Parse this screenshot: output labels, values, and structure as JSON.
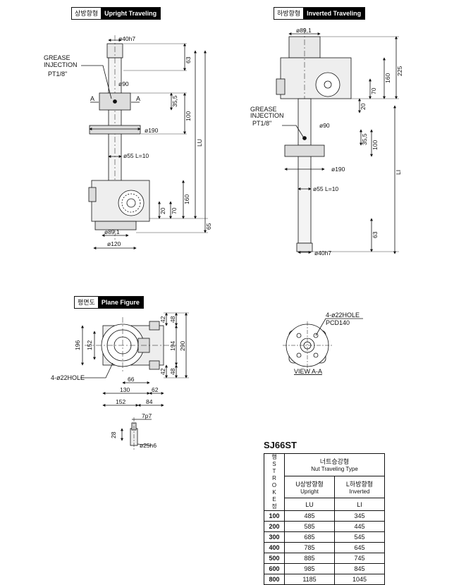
{
  "upright": {
    "label_ko": "상방향형",
    "label_en": "Upright Traveling"
  },
  "inverted": {
    "label_ko": "하방향형",
    "label_en": "Inverted Traveling"
  },
  "plane": {
    "label_ko": "평면도",
    "label_en": "Plane Figure"
  },
  "grease": {
    "line1": "GREASE",
    "line2": "INJECTION",
    "line3": "PT1/8\""
  },
  "section_mark": "A",
  "upright_dims": {
    "shaft": "ø40h7",
    "d90": "ø90",
    "d190": "ø190",
    "d55": "ø55 L=10",
    "d89": "ø89,1",
    "d120": "ø120",
    "v63": "63",
    "v35": "35,5",
    "v100": "100",
    "v160": "160",
    "v20": "20",
    "v70": "70",
    "v65": "65",
    "lu": "LU"
  },
  "inverted_dims": {
    "d89": "ø89,1",
    "d90": "ø90",
    "d190": "ø190",
    "d55": "ø55 L=10",
    "shaft": "ø40h7",
    "v225": "225",
    "v160": "160",
    "v70": "70",
    "v20": "20",
    "v35": "35,5",
    "v100": "100",
    "v63": "63",
    "li": "LI"
  },
  "plane_dims": {
    "v196": "196",
    "v152": "152",
    "v194": "194",
    "v290": "290",
    "v42a": "42",
    "v48a": "48",
    "v42b": "42",
    "v48b": "48",
    "h66": "66",
    "h130": "130",
    "h62": "62",
    "h152": "152",
    "h84": "84",
    "hole": "4-ø22HOLE"
  },
  "key_dims": {
    "w": "7p7",
    "h": "28",
    "d": "ø25h6"
  },
  "view_aa": {
    "hole": "4-ø22HOLE",
    "pcd": "PCD140",
    "caption": "VIEW A-A"
  },
  "table": {
    "model": "SJ66ST",
    "stroke_label": [
      "행",
      "S",
      "T",
      "R",
      "O",
      "K",
      "E",
      "정"
    ],
    "group_ko": "너트승강형",
    "group_en": "Nut Traveling Type",
    "col1_ko": "U상방향형",
    "col1_en": "Upright",
    "col2_ko": "L하방향형",
    "col2_en": "Inverted",
    "col1": "LU",
    "col2": "LI",
    "rows": [
      [
        "100",
        "485",
        "345"
      ],
      [
        "200",
        "585",
        "445"
      ],
      [
        "300",
        "685",
        "545"
      ],
      [
        "400",
        "785",
        "645"
      ],
      [
        "500",
        "885",
        "745"
      ],
      [
        "600",
        "985",
        "845"
      ],
      [
        "800",
        "1185",
        "1045"
      ]
    ]
  }
}
